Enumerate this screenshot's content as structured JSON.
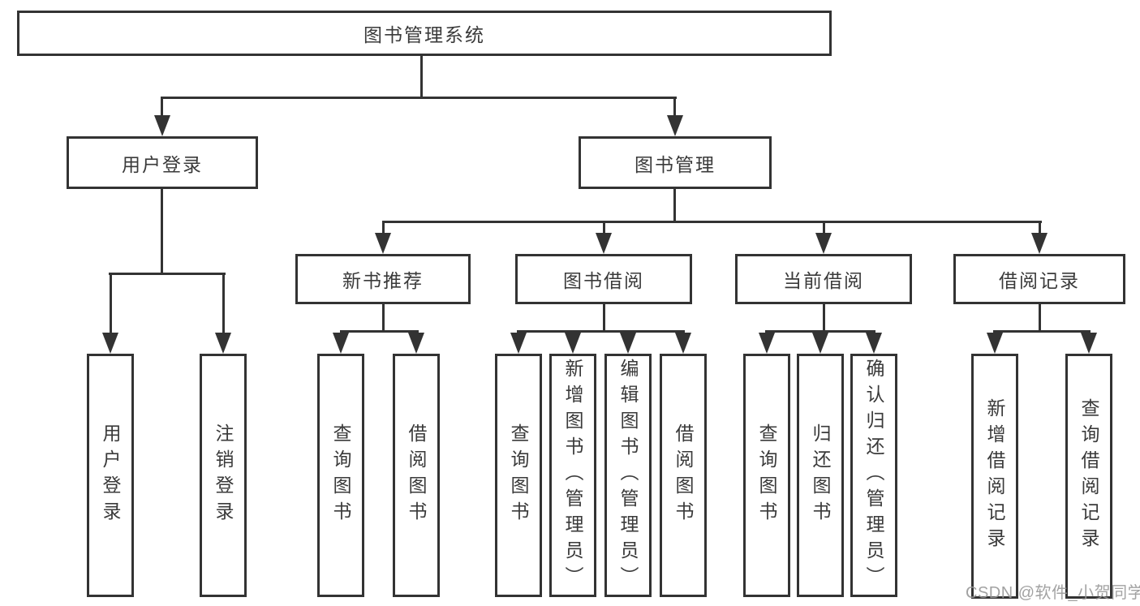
{
  "diagram": {
    "title": "图书管理系统",
    "line_color": "#333333",
    "text_color": "#3a3a3a",
    "background_color": "#ffffff",
    "level2": [
      {
        "label": "用户登录"
      },
      {
        "label": "图书管理"
      }
    ],
    "level3": [
      {
        "label": "新书推荐"
      },
      {
        "label": "图书借阅"
      },
      {
        "label": "当前借阅"
      },
      {
        "label": "借阅记录"
      }
    ],
    "leaves": [
      {
        "label": "用户登录"
      },
      {
        "label": "注销登录"
      },
      {
        "label": "查询图书"
      },
      {
        "label": "借阅图书"
      },
      {
        "label": "查询图书"
      },
      {
        "label": "新增图书（管理员）"
      },
      {
        "label": "编辑图书（管理员）"
      },
      {
        "label": "借阅图书"
      },
      {
        "label": "查询图书"
      },
      {
        "label": "归还图书"
      },
      {
        "label": "确认归还（管理员）"
      },
      {
        "label": "新增借阅记录"
      },
      {
        "label": "查询借阅记录"
      }
    ]
  },
  "watermark": {
    "text": "CSDN @软件_小贺同学",
    "color": "#989898"
  }
}
